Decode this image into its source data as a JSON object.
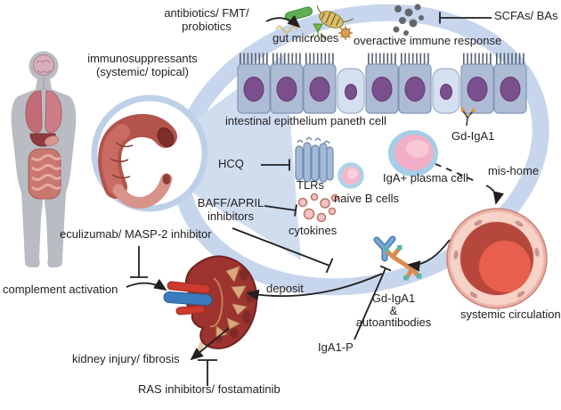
{
  "labels": {
    "antibiotics": "antibiotics/ FMT/\nprobiotics",
    "gut_microbes": "gut microbes",
    "overactive_immune_response": "overactive immune response",
    "scfas_bas": "SCFAs/ BAs",
    "immunosuppressants": "immunosuppressants\n(systemic/ topical)",
    "intestinal_epithelium": "intestinal epithelium",
    "paneth_cell": "paneth cell",
    "gd_iga1_top": "Gd-IgA1",
    "hcq": "HCQ",
    "tlrs": "TLRs",
    "naive_b_cells": "naive B cells",
    "iga_plasma_cell": "IgA+ plasma cell",
    "mis_home": "mis-home",
    "baff_april_inhibitors": "BAFF/APRIL\ninhibitors",
    "cytokines": "cytokines",
    "eculizumab": "eculizumab/ MASP-2 inhibitor",
    "complement_activation": "complement activation",
    "deposit": "deposit",
    "gd_iga1_autoantibodies": "Gd-IgA1\n&\nautoantibodies",
    "systemic_circulation": "systemic circulation",
    "iga1_p": "IgA1-P",
    "kidney_injury_fibrosis": "kidney injury/ fibrosis",
    "ras_inhibitors": "RAS inhibitors/ fostamatinib"
  },
  "icons": [
    "human-body-silhouette",
    "intestine-magnifier",
    "gut-kidney-axis-ring",
    "rod-bacterium-icon",
    "flagellated-bacterium-icon",
    "bacteriophage-icon",
    "virus-icon",
    "spirochete-icon",
    "immune-response-dots-icon",
    "intestinal-epithelium-cells",
    "paneth-cell-icon",
    "gd-iga1-antibody-icon",
    "tlr-receptor-icon",
    "naive-b-cell-icon",
    "iga-plasma-cell-icon",
    "cytokines-icon",
    "immune-complex-icon",
    "systemic-circulation-vessel",
    "kidney-illustration"
  ],
  "colors": {
    "ring_blue": "#c7d6ec",
    "cone_blue": "#cfddef",
    "epithelium_cell": "#adbcd4",
    "paneth_cell": "#d4e0ef",
    "nucleus_purple": "#7b4f8e",
    "vessel_lumen_red": "#e8604d",
    "kidney_red": "#9c332e",
    "pyramid_tan": "#dba87c",
    "arrow_black": "#231f20",
    "body_gray": "#b9bdc3"
  }
}
